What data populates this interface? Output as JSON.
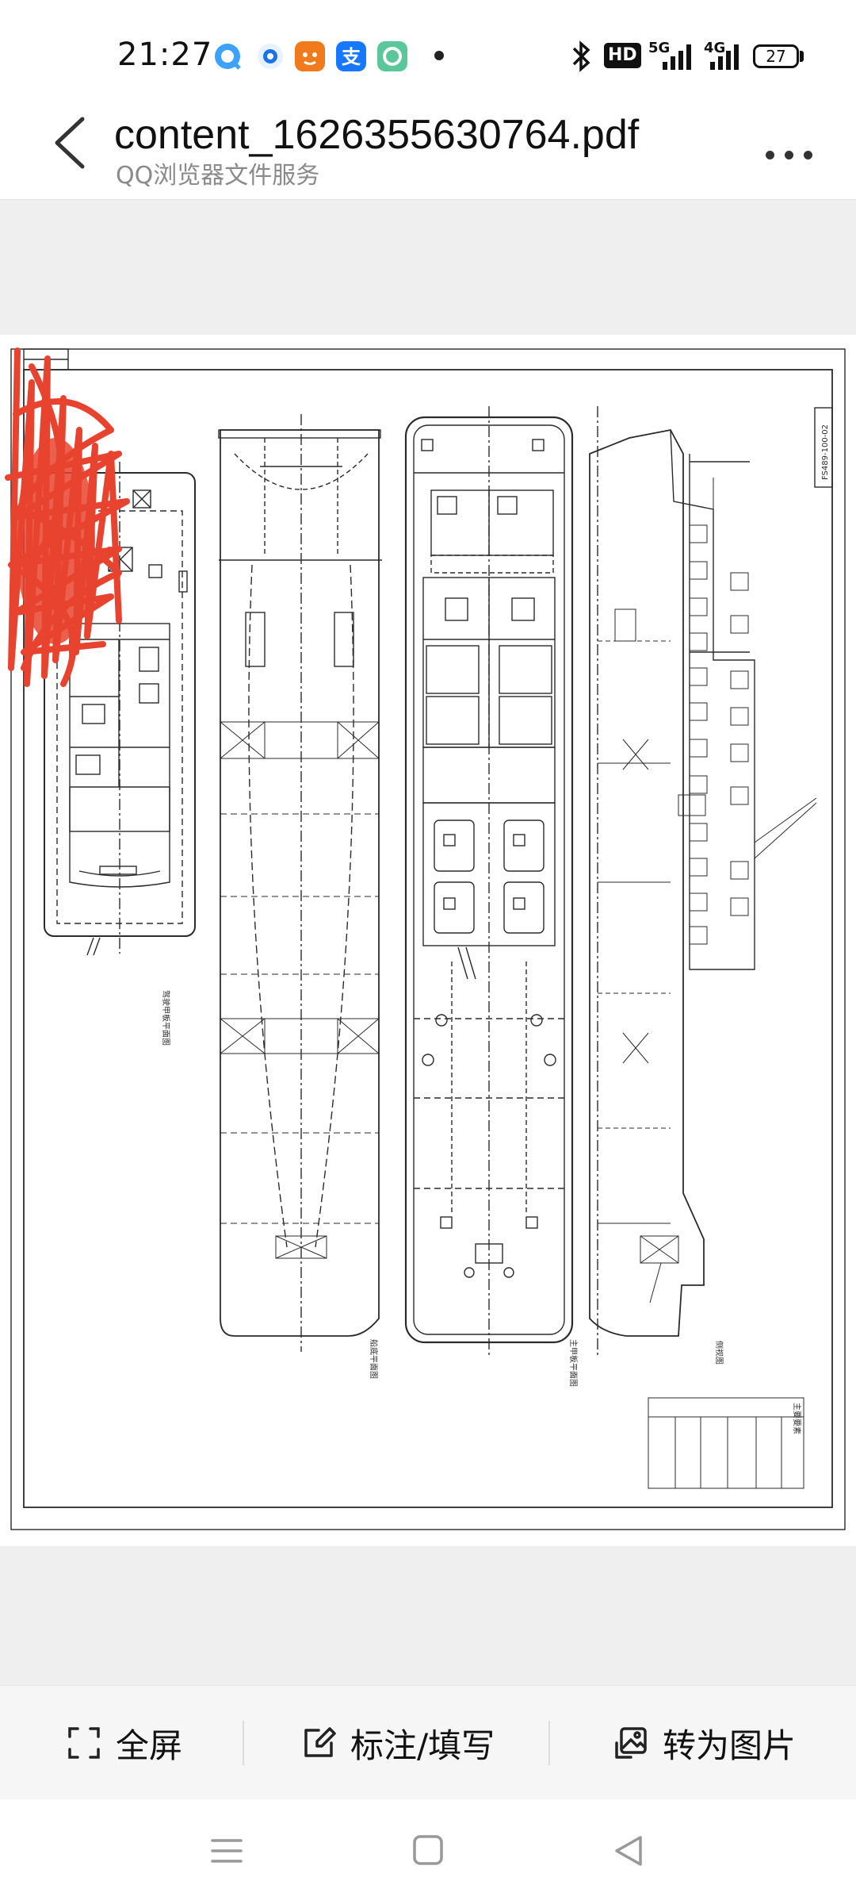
{
  "status_bar": {
    "time": "21:27",
    "hd_label": "HD",
    "network_1": "5G",
    "network_2": "4G",
    "battery": "27"
  },
  "title_bar": {
    "file_name": "content_1626355630764.pdf",
    "subtitle": "QQ浏览器文件服务"
  },
  "drawing": {
    "sheet_code": "FS489-100-02",
    "view_titles": [
      "驾驶甲板平面图",
      "船底平面图",
      "主甲板平面图",
      "侧视图"
    ],
    "table_title": "主要要素"
  },
  "toolbar": {
    "fullscreen_label": "全屏",
    "annotate_label": "标注/填写",
    "to_image_label": "转为图片"
  },
  "colors": {
    "accent": "#1a73e8",
    "scribble": "#e8432e",
    "viewer_bg": "#efefef"
  }
}
